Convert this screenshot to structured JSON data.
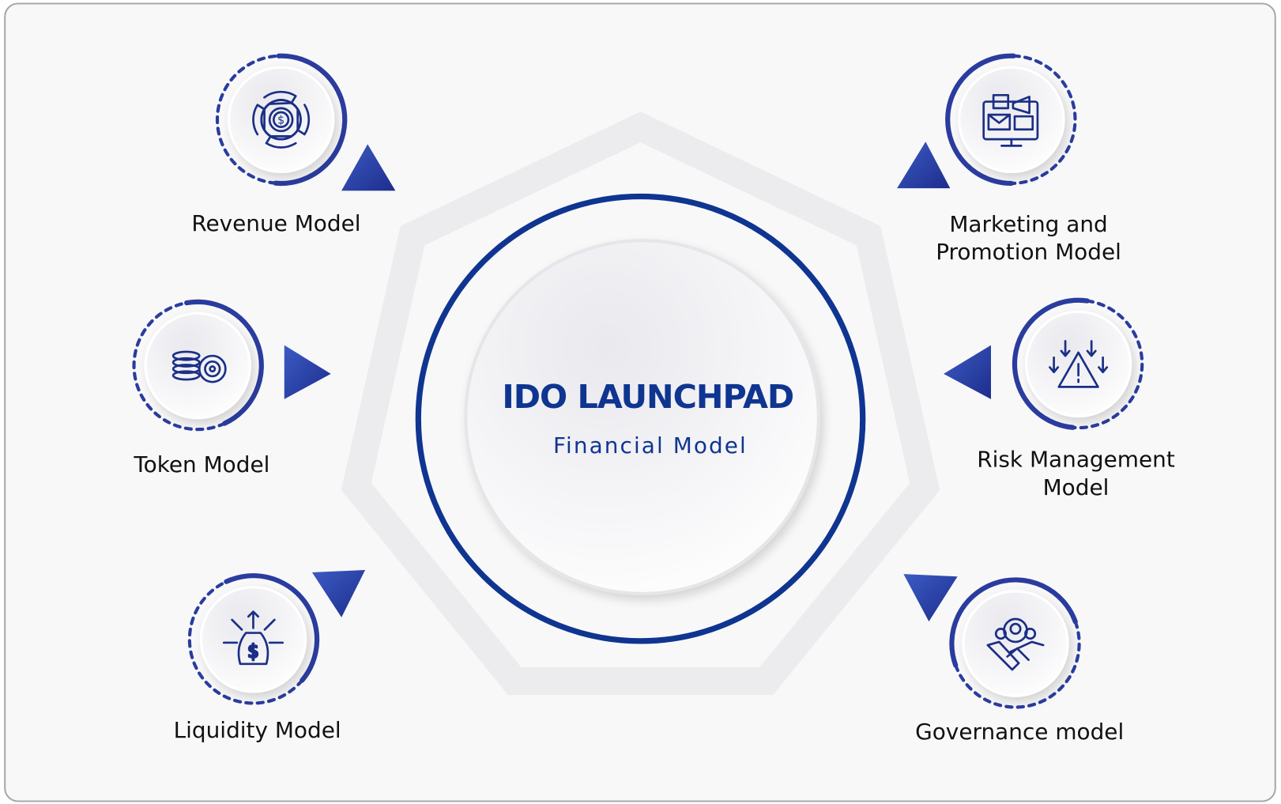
{
  "center": {
    "title": "IDO LAUNCHPAD",
    "subtitle": "Financial Model"
  },
  "nodes": [
    {
      "id": "revenue",
      "label_lines": [
        "Revenue Model"
      ],
      "icon": "revenue-cycle-dollar-icon"
    },
    {
      "id": "token",
      "label_lines": [
        "Token Model"
      ],
      "icon": "coins-token-icon"
    },
    {
      "id": "liquidity",
      "label_lines": [
        "Liquidity Model"
      ],
      "icon": "money-bag-arrows-icon"
    },
    {
      "id": "marketing",
      "label_lines": [
        "Marketing and",
        "Promotion Model"
      ],
      "icon": "monitor-megaphone-icon"
    },
    {
      "id": "risk",
      "label_lines": [
        "Risk Management",
        "Model"
      ],
      "icon": "warning-arrows-icon"
    },
    {
      "id": "governance",
      "label_lines": [
        "Governance model"
      ],
      "icon": "handshake-people-icon"
    }
  ],
  "colors": {
    "accent": "#0f3591",
    "arc": "#2a3c9e",
    "background": "#f8f8f9",
    "band": "#ececee"
  }
}
